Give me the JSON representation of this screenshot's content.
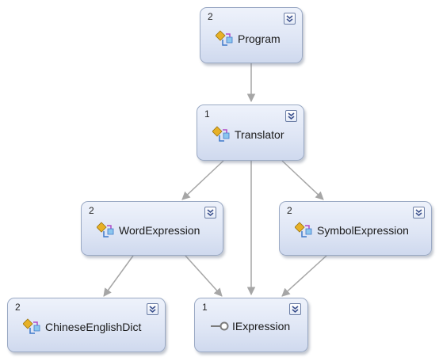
{
  "diagram": {
    "nodes": [
      {
        "id": "program",
        "name": "Program",
        "count": "2",
        "kind": "class-icon"
      },
      {
        "id": "translator",
        "name": "Translator",
        "count": "1",
        "kind": "class-icon"
      },
      {
        "id": "word",
        "name": "WordExpression",
        "count": "2",
        "kind": "class-icon"
      },
      {
        "id": "symbol",
        "name": "SymbolExpression",
        "count": "2",
        "kind": "class-icon"
      },
      {
        "id": "dict",
        "name": "ChineseEnglishDict",
        "count": "2",
        "kind": "class-icon"
      },
      {
        "id": "iexpr",
        "name": "IExpression",
        "count": "1",
        "kind": "interface-icon"
      }
    ],
    "edges": [
      {
        "from": "program",
        "to": "translator"
      },
      {
        "from": "translator",
        "to": "word"
      },
      {
        "from": "translator",
        "to": "symbol"
      },
      {
        "from": "translator",
        "to": "iexpr"
      },
      {
        "from": "word",
        "to": "dict"
      },
      {
        "from": "word",
        "to": "iexpr"
      },
      {
        "from": "symbol",
        "to": "iexpr"
      }
    ],
    "colors": {
      "edge": "#a6a6a6",
      "node_border": "#9aa9c4",
      "node_fill": "#dfe6f5",
      "expander": "#3a4f8c"
    }
  }
}
